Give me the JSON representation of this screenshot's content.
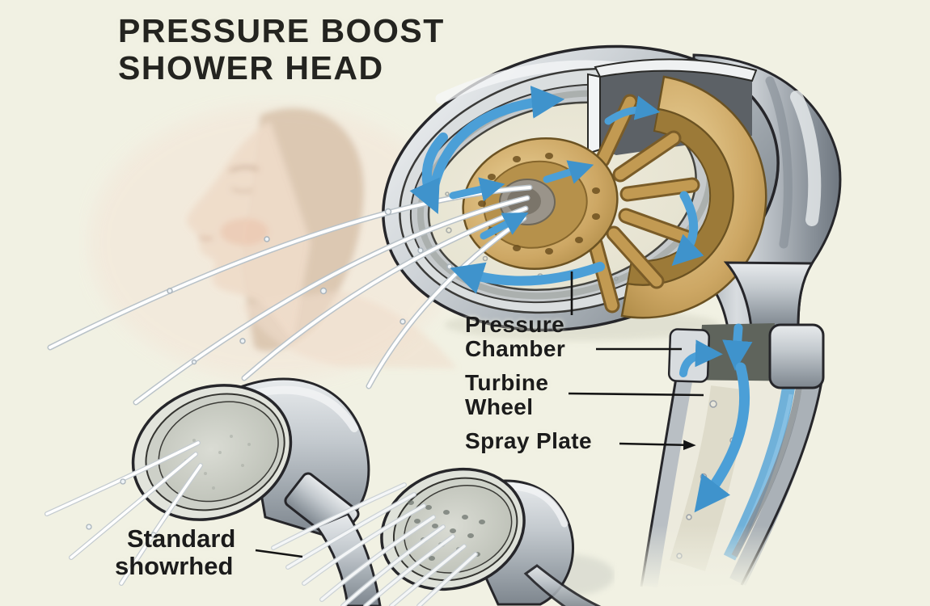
{
  "title": {
    "line1": "PRESSURE BOOST",
    "line2": "SHOWER HEAD"
  },
  "callouts": {
    "pressure_chamber": {
      "line1": "Pressure",
      "line2": "Chamber"
    },
    "turbine_wheel": {
      "line1": "Turbine",
      "line2": "Wheel"
    },
    "spray_plate": {
      "line1": "Spray Plate"
    },
    "standard_showerhead": {
      "line1": "Standard",
      "line2": "showrhed"
    }
  },
  "colors": {
    "background": "#f1f1e3",
    "title_text": "#242420",
    "label_text": "#1b1b1b",
    "leader_line": "#141414",
    "flow_arrow_blue": "#4b9fd7",
    "turbine_brass": "#c7a258",
    "brass_dark": "#8a672e",
    "chrome_light": "#eef0f1",
    "chrome_mid": "#b6bcc2",
    "chrome_dark": "#7c848c",
    "outline_ink": "#26262a",
    "chamber_cream": "#e7e4d3",
    "skin_tone": "#eed7c3",
    "hair_tone": "#bc9371"
  }
}
